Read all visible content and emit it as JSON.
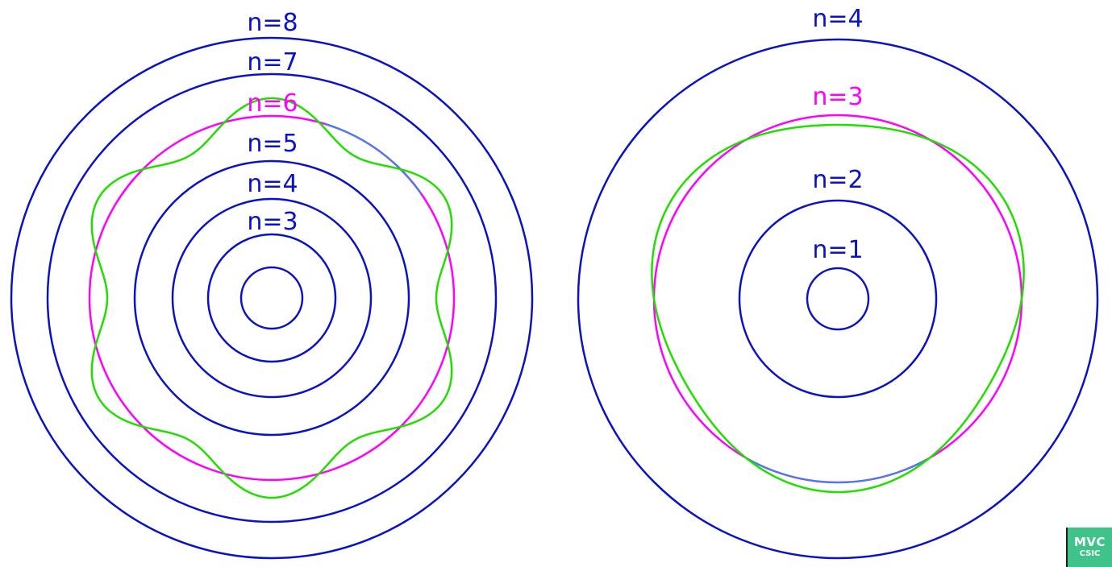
{
  "colors": {
    "orbit": "#0a12c8",
    "highlight": "#ff00ff",
    "standing_wave": "#22dd00",
    "orbit_segment": "#3388e8",
    "logo_bg": "#3fc38a"
  },
  "left_atom": {
    "labels": [
      "n=8",
      "n=7",
      "n=6",
      "n=5",
      "n=4",
      "n=3"
    ],
    "highlighted_label": "n=6",
    "standing_wave_lobes": 6
  },
  "right_atom": {
    "labels": [
      "n=4",
      "n=3",
      "n=2",
      "n=1"
    ],
    "highlighted_label": "n=3",
    "standing_wave_lobes": 3
  },
  "logo": {
    "top_text": "MVC",
    "bottom_text": "CSIC"
  }
}
